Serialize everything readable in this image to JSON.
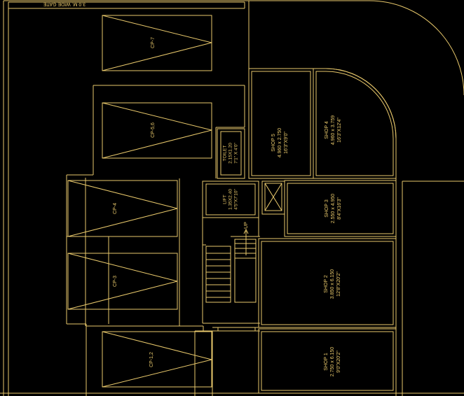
{
  "colors": {
    "background": "#000000",
    "line": "#e8c86b"
  },
  "gate": {
    "label": "3.0 M. WIDE GATE"
  },
  "stair": {
    "label": "UP"
  },
  "parking": [
    {
      "id": "cp-7",
      "label": "CP-7"
    },
    {
      "id": "cp-5-6",
      "label": "CP-5,6"
    },
    {
      "id": "cp-4",
      "label": "CP-4"
    },
    {
      "id": "cp-3",
      "label": "CP-3"
    },
    {
      "id": "cp-1-2",
      "label": "CP-1,2"
    }
  ],
  "rooms": {
    "toilet": {
      "name": "TOILET",
      "metric": "2.15X1.20",
      "imperial": "7'1\" X 4'0\""
    },
    "lift": {
      "name": "LIFT",
      "metric": "1.35X2.40",
      "imperial": "4'5\"X7'10\""
    },
    "shop5": {
      "name": "SHOP 5",
      "metric": "4.960 x 2.750",
      "imperial": "16'3\"X9'0\""
    },
    "shop4": {
      "name": "SHOP 4",
      "metric": "4.960 x 3.759",
      "imperial": "16'3\"X12'4\""
    },
    "shop3": {
      "name": "SHOP 3",
      "metric": "2.550 x 4.950",
      "imperial": "8'4\"X16'3\""
    },
    "shop2": {
      "name": "SHOP 2",
      "metric": "3.850 x 6.150",
      "imperial": "12'8\"X20'2\""
    },
    "shop1": {
      "name": "SHOP 1",
      "metric": "2.750 x 6.150",
      "imperial": "9'0\"X20'2\""
    }
  }
}
